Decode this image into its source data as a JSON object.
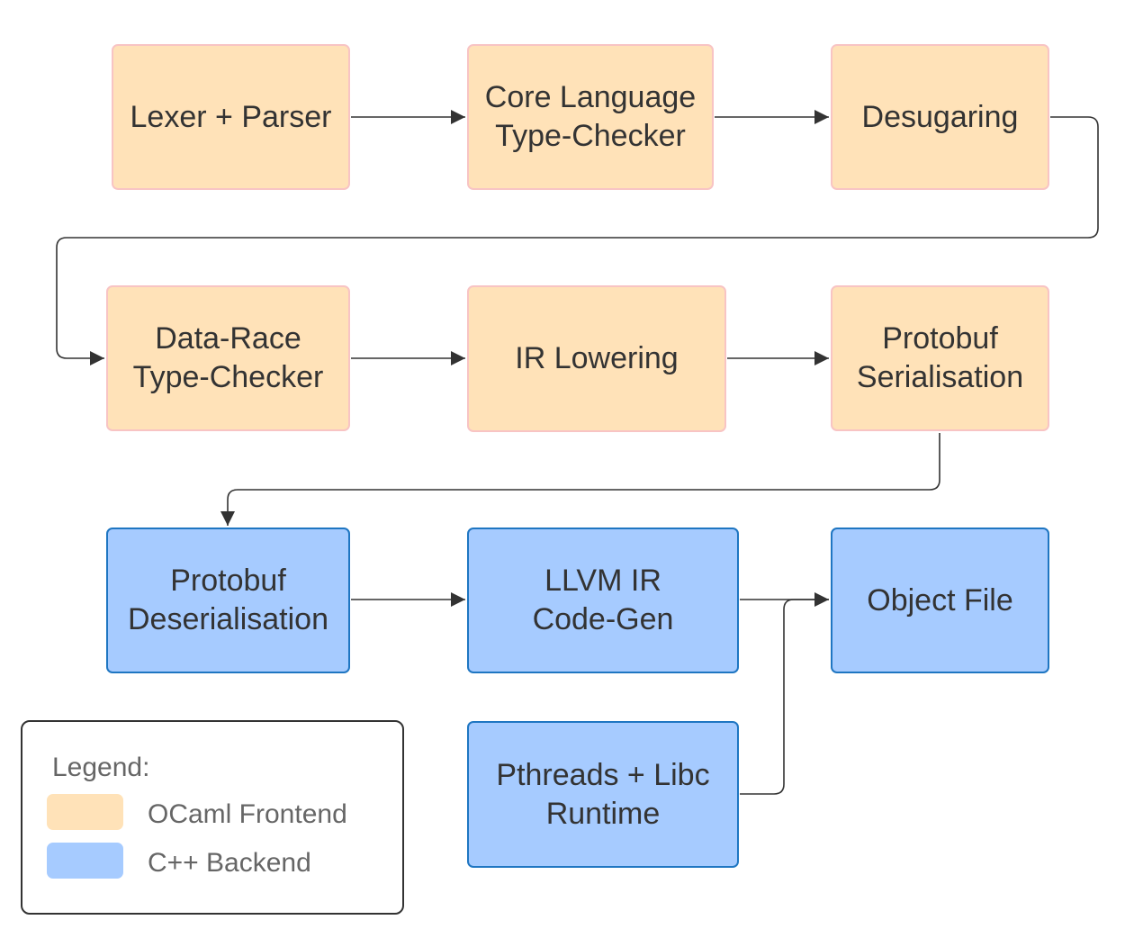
{
  "nodes": {
    "lexer_parser": {
      "lines": [
        "Lexer + Parser"
      ],
      "group": "frontend"
    },
    "core_type_checker": {
      "lines": [
        "Core Language",
        "Type-Checker"
      ],
      "group": "frontend"
    },
    "desugaring": {
      "lines": [
        "Desugaring"
      ],
      "group": "frontend"
    },
    "data_race_type_checker": {
      "lines": [
        "Data-Race",
        "Type-Checker"
      ],
      "group": "frontend"
    },
    "ir_lowering": {
      "lines": [
        "IR Lowering"
      ],
      "group": "frontend"
    },
    "protobuf_serialisation": {
      "lines": [
        "Protobuf",
        "Serialisation"
      ],
      "group": "frontend"
    },
    "protobuf_deserialisation": {
      "lines": [
        "Protobuf",
        "Deserialisation"
      ],
      "group": "backend"
    },
    "llvm_ir_codegen": {
      "lines": [
        "LLVM IR",
        "Code-Gen"
      ],
      "group": "backend"
    },
    "object_file": {
      "lines": [
        "Object File"
      ],
      "group": "backend"
    },
    "pthreads_libc_runtime": {
      "lines": [
        "Pthreads + Libc",
        "Runtime"
      ],
      "group": "backend"
    }
  },
  "edges": [
    [
      "lexer_parser",
      "core_type_checker"
    ],
    [
      "core_type_checker",
      "desugaring"
    ],
    [
      "desugaring",
      "data_race_type_checker"
    ],
    [
      "data_race_type_checker",
      "ir_lowering"
    ],
    [
      "ir_lowering",
      "protobuf_serialisation"
    ],
    [
      "protobuf_serialisation",
      "protobuf_deserialisation"
    ],
    [
      "protobuf_deserialisation",
      "llvm_ir_codegen"
    ],
    [
      "llvm_ir_codegen",
      "object_file"
    ],
    [
      "pthreads_libc_runtime",
      "object_file"
    ]
  ],
  "legend": {
    "title": "Legend:",
    "frontend_label": "OCaml Frontend",
    "backend_label": "C++ Backend"
  },
  "colors": {
    "frontend_fill": "#ffe2b8",
    "frontend_border": "#f8c4c4",
    "backend_fill": "#a6cbff",
    "backend_border": "#1f76c2",
    "connector": "#333333"
  }
}
